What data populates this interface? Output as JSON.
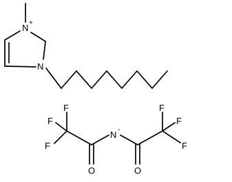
{
  "molecule": {
    "cation": {
      "n_methyl_label": "N",
      "n_methyl_charge": "+",
      "n_octyl_label": "N"
    },
    "anion": {
      "f_labels": [
        "F",
        "F",
        "F",
        "F",
        "F",
        "F"
      ],
      "n_label": "N",
      "n_charge": "-",
      "o_left_label": "O",
      "o_right_label": "O"
    }
  },
  "colors": {
    "bond": "#000000",
    "background": "#ffffff"
  }
}
